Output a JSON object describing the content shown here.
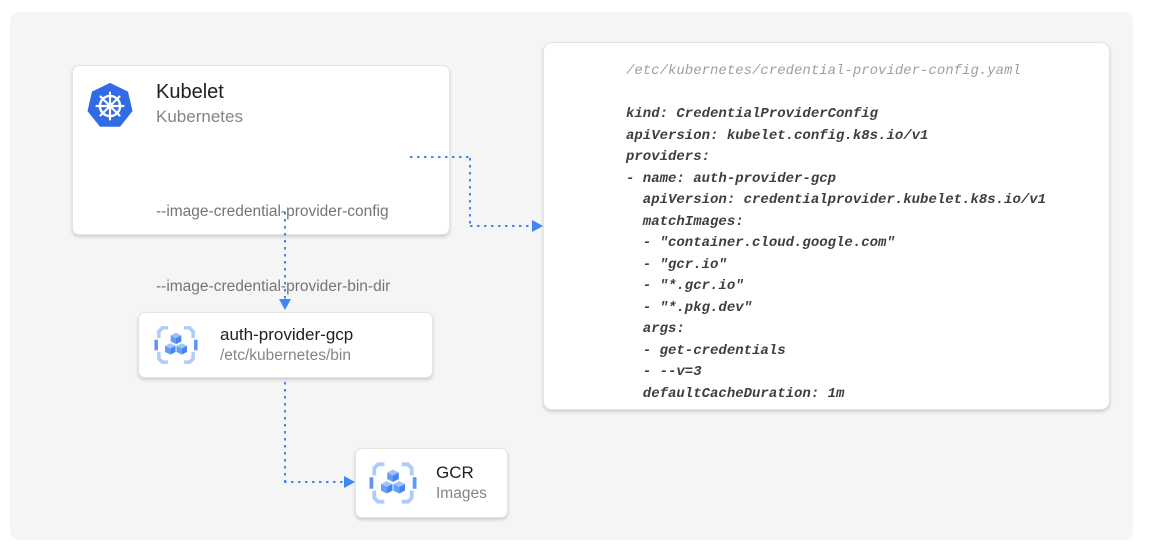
{
  "diagram": {
    "kubelet_box": {
      "title": "Kubelet",
      "subtitle": "Kubernetes",
      "flags": [
        "--image-credential-provider-config",
        "--image-credential-provider-bin-dir"
      ]
    },
    "auth_provider_box": {
      "title": "auth-provider-gcp",
      "subtitle": "/etc/kubernetes/bin"
    },
    "gcr_box": {
      "title": "GCR",
      "subtitle": "Images"
    },
    "code_panel": {
      "filename": "/etc/kubernetes/credential-provider-config.yaml",
      "lines": [
        "kind: CredentialProviderConfig",
        "apiVersion: kubelet.config.k8s.io/v1",
        "providers:",
        "- name: auth-provider-gcp",
        "  apiVersion: credentialprovider.kubelet.k8s.io/v1",
        "  matchImages:",
        "  - \"container.cloud.google.com\"",
        "  - \"gcr.io\"",
        "  - \"*.gcr.io\"",
        "  - \"*.pkg.dev\"",
        "  args:",
        "  - get-credentials",
        "  - --v=3",
        "  defaultCacheDuration: 1m"
      ]
    },
    "icons": {
      "kubernetes": "kubernetes-wheel-icon",
      "container_registry": "container-registry-cubes-icon"
    },
    "colors": {
      "arrow_blue": "#4285F4",
      "kubernetes_blue": "#326CE5",
      "registry_light_blue": "#AECBFA",
      "registry_mid_blue": "#5E97F6",
      "panel_background": "#F5F5F5",
      "card_background": "#FFFFFF",
      "title_text": "#202124",
      "muted_text": "#80868B",
      "flag_text": "#757575",
      "code_text": "#3C4043",
      "code_filename_text": "#9AA0A6"
    }
  }
}
